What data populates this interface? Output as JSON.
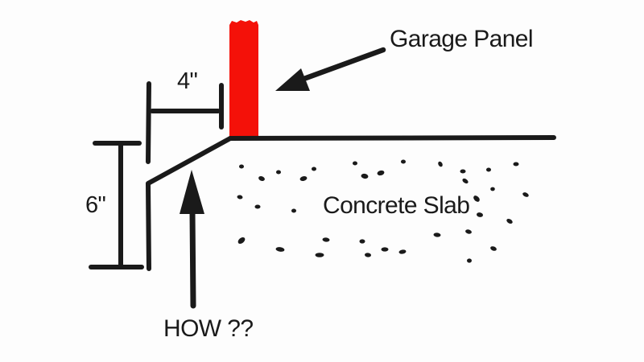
{
  "labels": {
    "garage_panel": "Garage Panel",
    "concrete_slab": "Concrete Slab",
    "how": "HOW ??",
    "dim_width": "4\"",
    "dim_depth": "6\""
  },
  "colors": {
    "ink": "#1a1a1a",
    "panel_red": "#f41109",
    "bg": "#fdfdfd"
  },
  "speckles": [
    [
      300,
      207,
      3,
      2.5,
      0
    ],
    [
      325,
      222,
      4,
      2.8,
      20
    ],
    [
      346,
      214,
      3,
      2.5,
      0
    ],
    [
      377,
      222,
      4.5,
      2.8,
      -15
    ],
    [
      390,
      210,
      3,
      2.5,
      0
    ],
    [
      441,
      203,
      3,
      2.5,
      0
    ],
    [
      453,
      219,
      4.5,
      3,
      10
    ],
    [
      473,
      215,
      4.5,
      3,
      -15
    ],
    [
      501,
      201,
      3,
      2.5,
      0
    ],
    [
      547,
      204,
      3.5,
      2.5,
      60
    ],
    [
      575,
      213,
      3.5,
      2.5,
      0
    ],
    [
      578,
      225,
      4,
      2.5,
      35
    ],
    [
      607,
      211,
      3,
      2.5,
      0
    ],
    [
      641,
      204,
      3.5,
      2.5,
      0
    ],
    [
      653,
      242,
      4,
      2.5,
      25
    ],
    [
      298,
      245,
      3.5,
      2.5,
      10
    ],
    [
      320,
      257,
      3.5,
      2.5,
      0
    ],
    [
      365,
      262,
      3,
      2.5,
      0
    ],
    [
      592,
      247,
      4.5,
      3,
      45
    ],
    [
      596,
      267,
      4,
      2.8,
      10
    ],
    [
      612,
      235,
      2.8,
      2.4,
      0
    ],
    [
      633,
      275,
      4,
      2.6,
      30
    ],
    [
      543,
      292,
      4.5,
      2.6,
      5
    ],
    [
      582,
      288,
      4,
      2.6,
      15
    ],
    [
      300,
      299,
      5,
      3.2,
      -40
    ],
    [
      348,
      310,
      5.5,
      2.8,
      8
    ],
    [
      397,
      317,
      5.5,
      2.8,
      0
    ],
    [
      405,
      298,
      4.5,
      2.6,
      5
    ],
    [
      450,
      300,
      3.5,
      2.6,
      0
    ],
    [
      457,
      317,
      4,
      2.6,
      5
    ],
    [
      478,
      310,
      4.5,
      2.6,
      0
    ],
    [
      500,
      313,
      4.5,
      2.6,
      -10
    ],
    [
      613,
      309,
      4,
      2.6,
      20
    ],
    [
      583,
      324,
      3,
      2.6,
      0
    ]
  ]
}
